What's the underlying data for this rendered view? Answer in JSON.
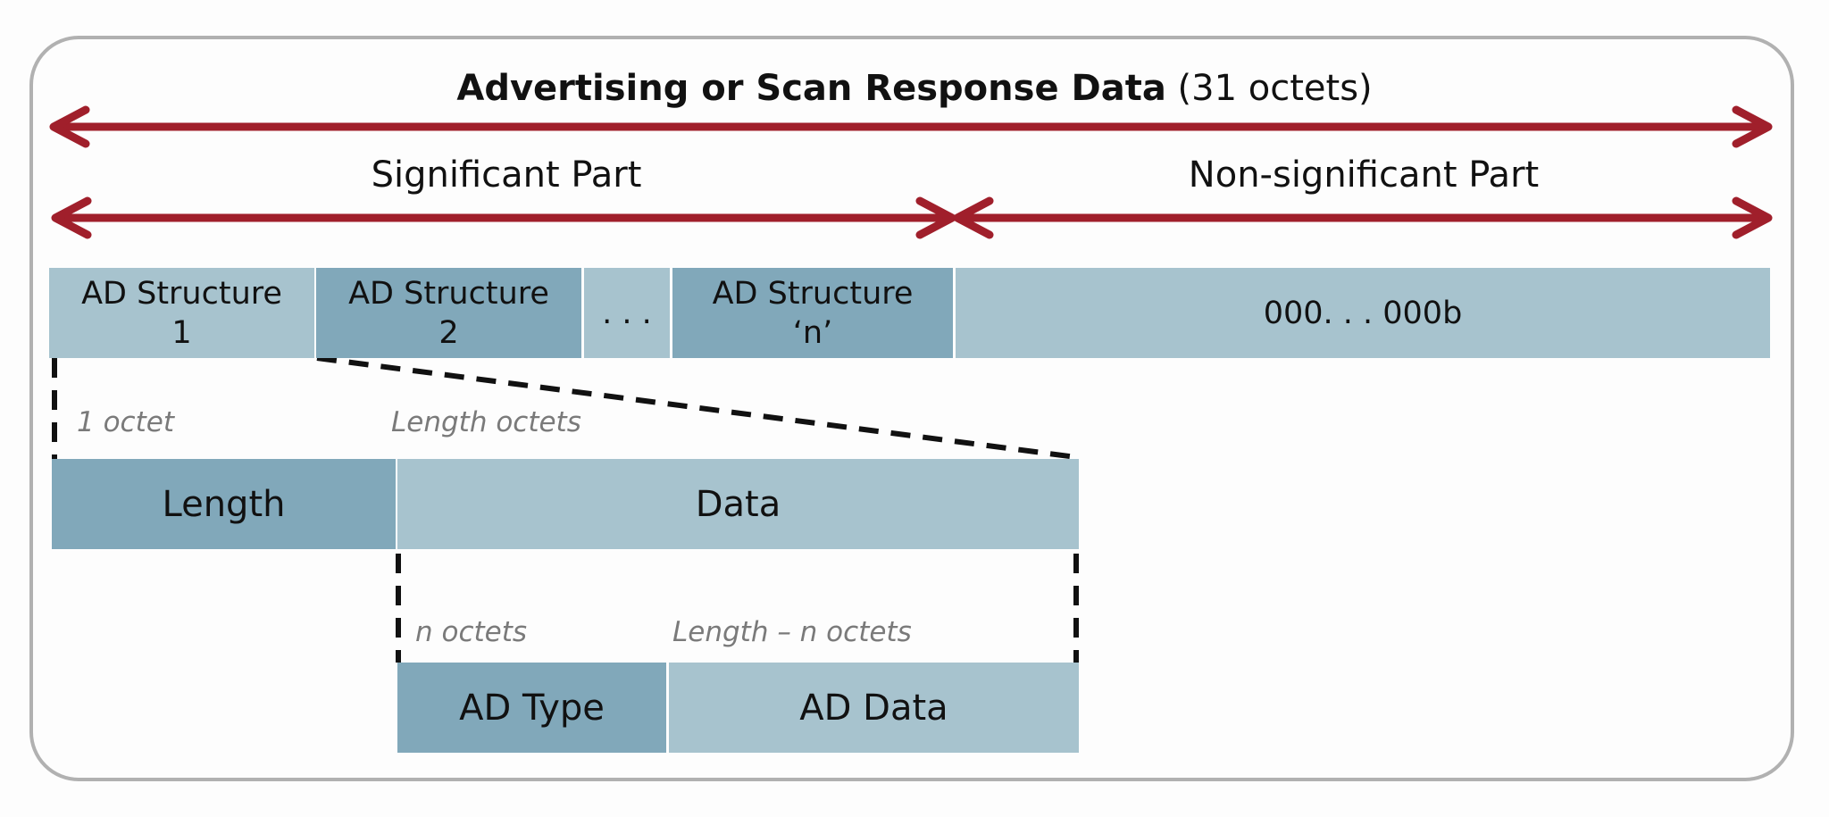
{
  "title": {
    "bold": "Advertising or Scan Response Data",
    "light": "(31 octets)"
  },
  "parts": {
    "significant": "Significant Part",
    "non_significant": "Non-significant Part"
  },
  "row1": {
    "ad1_line1": "AD Structure",
    "ad1_line2": "1",
    "ad2_line1": "AD Structure",
    "ad2_line2": "2",
    "ellipsis": ". . .",
    "adn_line1": "AD Structure",
    "adn_line2": "‘n’",
    "padding": "000. . . 000b"
  },
  "row2": {
    "note_length": "1 octet",
    "note_data": "Length octets",
    "length": "Length",
    "data": "Data"
  },
  "row3": {
    "note_type": "n octets",
    "note_data": "Length – n octets",
    "ad_type": "AD Type",
    "ad_data": "AD Data"
  },
  "colors": {
    "arrow": "#a01f2b",
    "light_block": "#a7c3ce",
    "dark_block": "#81a8ba",
    "frame": "#b1b1b1"
  }
}
